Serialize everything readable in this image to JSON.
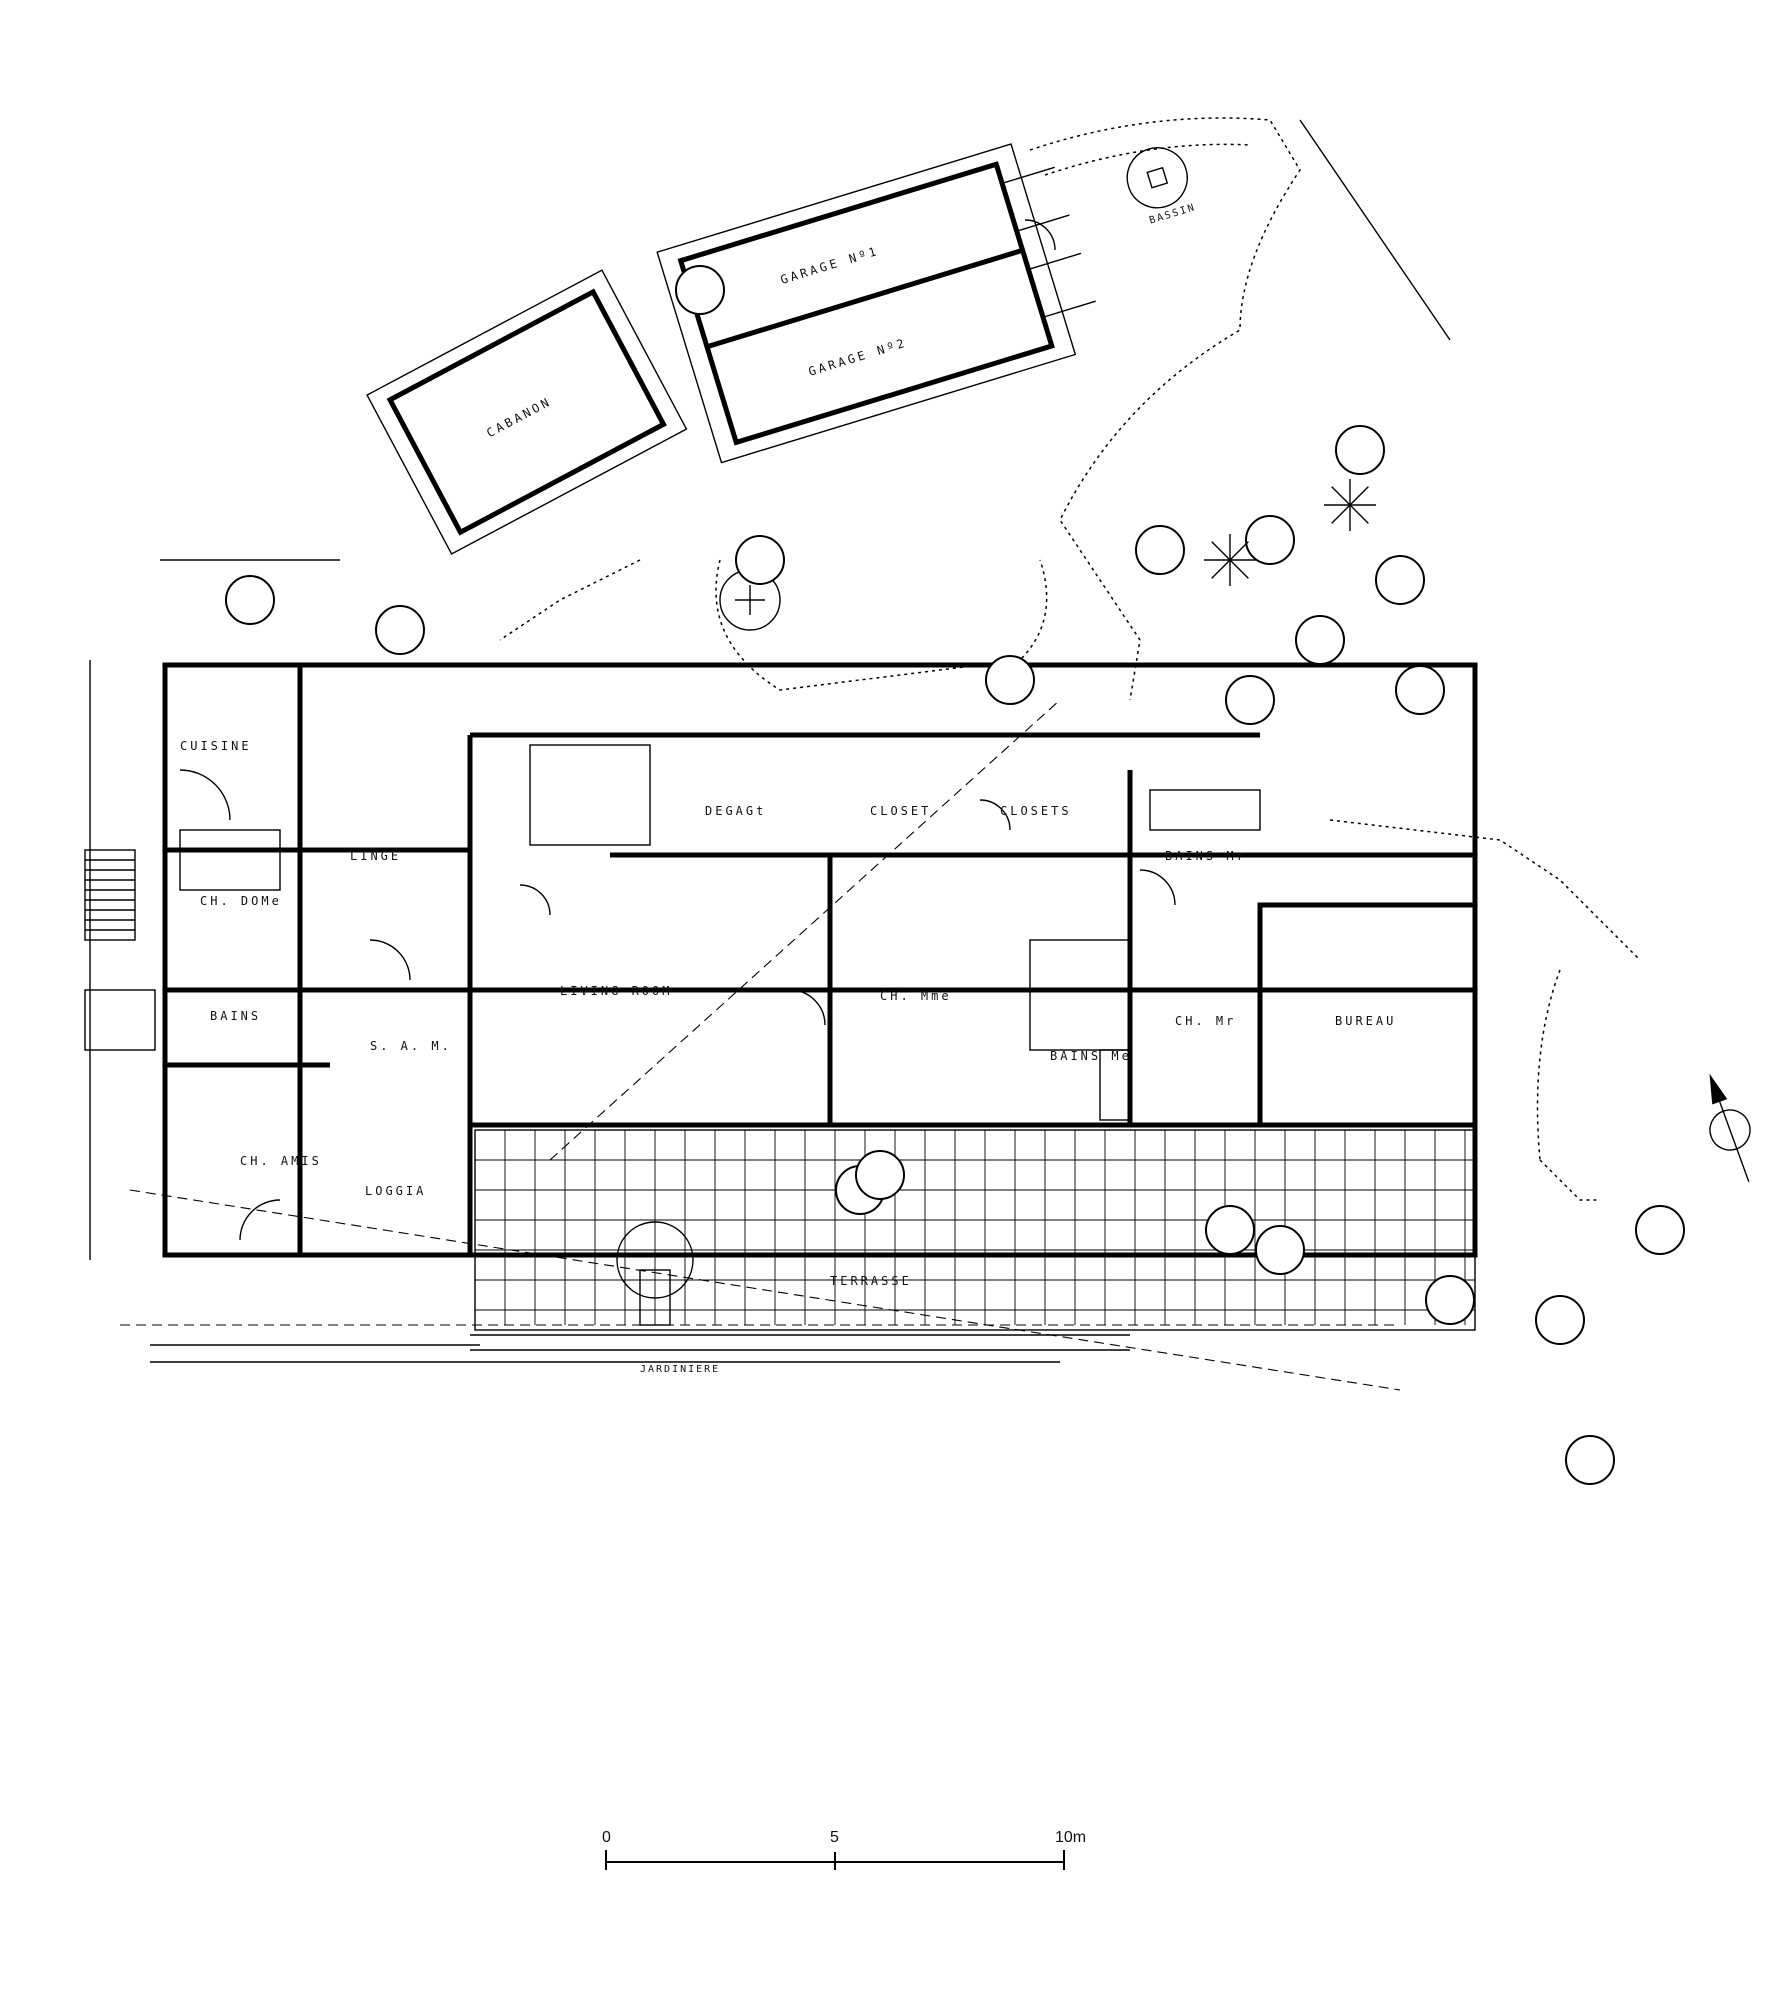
{
  "rooms": {
    "garage_1": "GARAGE Nº1",
    "garage_2": "GARAGE Nº2",
    "cabanon": "CABANON",
    "cuisine": "CUISINE",
    "ch_domestique": "CH. DOMe",
    "bains_left": "BAINS",
    "linge": "LINGE",
    "salle_a_manger": "S. A. M.",
    "ch_amis": "CH. AMIS",
    "loggia": "LOGGIA",
    "living_room": "LIVING ROOM",
    "degagement": "DEGAGt",
    "closet_1": "CLOSET",
    "closets_2": "CLOSETS",
    "ch_madame": "CH. Mme",
    "bains_madame": "BAINS Me",
    "bains_monsieur": "BAINS Mr",
    "ch_monsieur": "CH. Mr",
    "bureau": "BUREAU",
    "terrasse": "TERRASSE",
    "jardiniere": "JARDINIERE",
    "bassin": "BASSIN"
  },
  "scale_bar": {
    "unit_labels": [
      "0",
      "5",
      "10m"
    ]
  },
  "colors": {
    "ink": "#000000",
    "paper": "#ffffff"
  },
  "icons": [
    "north-arrow-icon",
    "tree-icon",
    "palm-icon"
  ]
}
